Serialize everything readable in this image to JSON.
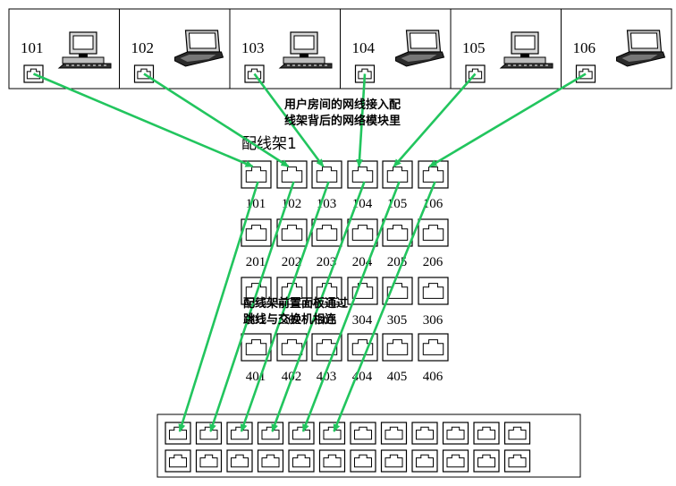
{
  "rooms": [
    {
      "label": "101",
      "device": "desktop-computer-icon"
    },
    {
      "label": "102",
      "device": "laptop-computer-icon"
    },
    {
      "label": "103",
      "device": "desktop-computer-icon"
    },
    {
      "label": "104",
      "device": "laptop-computer-icon"
    },
    {
      "label": "105",
      "device": "desktop-computer-icon"
    },
    {
      "label": "106",
      "device": "laptop-computer-icon"
    }
  ],
  "patch_panel": {
    "title": "配线架1",
    "rows": [
      [
        "101",
        "102",
        "103",
        "104",
        "105",
        "106"
      ],
      [
        "201",
        "202",
        "203",
        "204",
        "205",
        "206"
      ],
      [
        "301",
        "302",
        "303",
        "304",
        "305",
        "306"
      ],
      [
        "401",
        "402",
        "403",
        "404",
        "405",
        "406"
      ]
    ]
  },
  "notes": {
    "back_line1": "用户房间的网线接入配",
    "back_line2": "线架背后的网络模块里",
    "front_line1": "配线架前置面板通过",
    "front_line2": "跳线与交换机相连"
  },
  "switch": {
    "rows": 2,
    "ports_per_row": 12
  },
  "colors": {
    "cable": "#22c55e",
    "outline": "#000000",
    "background": "#ffffff"
  }
}
